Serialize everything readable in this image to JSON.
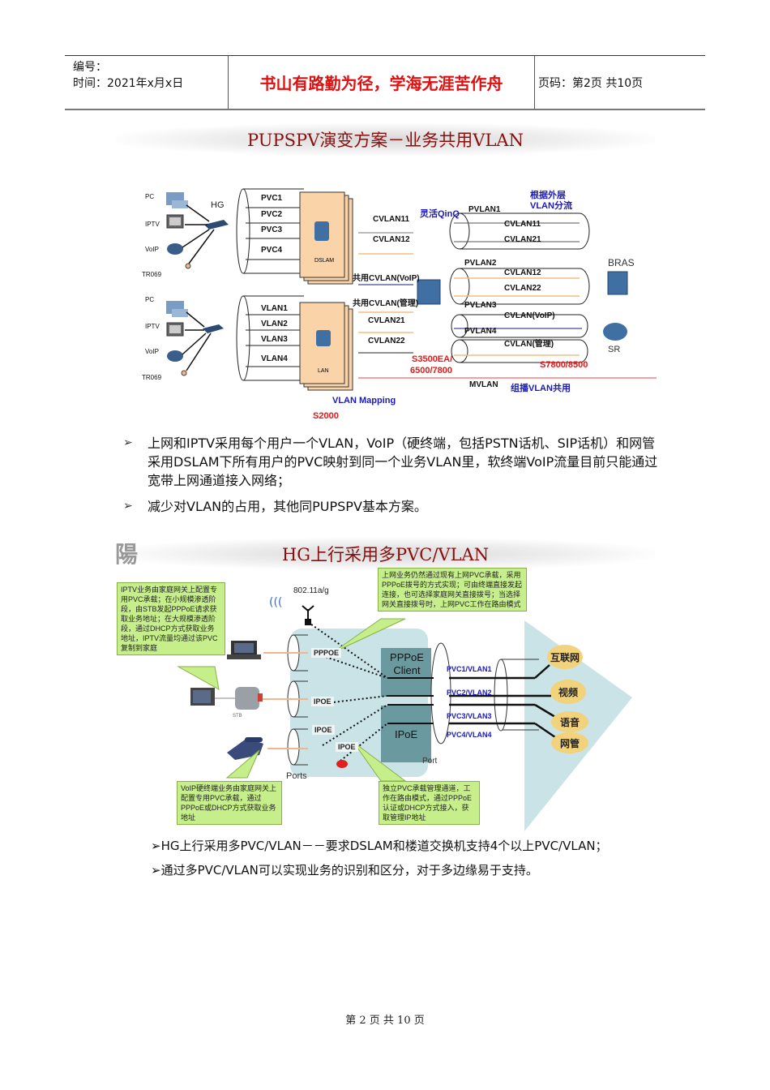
{
  "header": {
    "number_label": "编号：",
    "time_label": "时间：2021年x月x日",
    "motto": "书山有路勤为径，学海无涯苦作舟",
    "page_info": "页码：第2页  共10页"
  },
  "slide1": {
    "title": "PUPSPV演变方案－业务共用VLAN",
    "diagram": {
      "top_group": {
        "devices": [
          "PC",
          "IPTV",
          "VoIP",
          "TR069"
        ],
        "gateway": "HG",
        "channels": [
          "PVC1",
          "PVC2",
          "PVC3",
          "PVC4"
        ],
        "node": "DSLAM"
      },
      "bottom_group": {
        "devices": [
          "PC",
          "IPTV",
          "VoIP",
          "TR069"
        ],
        "channels": [
          "VLAN1",
          "VLAN2",
          "VLAN3",
          "VLAN4"
        ],
        "node": "LAN"
      },
      "links": [
        "CVLAN11",
        "CVLAN12",
        "共用CVLAN(VoIP)",
        "共用CVLAN(管理)",
        "CVLAN21",
        "CVLAN22"
      ],
      "qinq_label": "灵活QinQ",
      "outer_split_label": "根据外层VLAN分流",
      "pvlans": [
        {
          "name": "PVLAN1",
          "inner": [
            "CVLAN11",
            "CVLAN21"
          ]
        },
        {
          "name": "PVLAN2",
          "inner": [
            "CVLAN12",
            "CVLAN22"
          ]
        },
        {
          "name": "PVLAN3",
          "inner": [
            "CVLAN(VoIP)"
          ]
        },
        {
          "name": "PVLAN4",
          "inner": [
            "CVLAN(管理)"
          ]
        }
      ],
      "bras": "BRAS",
      "sr": "SR",
      "s3500": "S3500EA/",
      "s3500b": "6500/7800",
      "s7800": "S7800/8500",
      "mvlan": "MVLAN",
      "mvlan_note": "组播VLAN共用",
      "vlan_mapping": "VLAN Mapping",
      "s2000": "S2000"
    },
    "bullets": [
      "上网和IPTV采用每个用户一个VLAN，VoIP（硬终端，包括PSTN话机、SIP话机）和网管采用DSLAM下所有用户的PVC映射到同一个业务VLAN里，软终端VoIP流量目前只能通过宽带上网通道接入网络；",
      "减少对VLAN的占用，其他同PUPSPV基本方案。"
    ]
  },
  "slide2": {
    "title": "HG上行采用多PVC/VLAN",
    "wifi_label": "802.11a/g",
    "callout_iptv": "IPTV业务由家庭网关上配置专用PVC承载；在小规模渗透阶段，由STB发起PPPoE请求获取业务地址；在大规模渗透阶段，通过DHCP方式获取业务地址，IPTV流量均通过该PVC复制到家庭",
    "callout_internet": "上网业务仍然通过现有上网PVC承载，采用PPPoE拨号的方式实现；可由终端直接发起连接，也可选择家庭网关直接拨号；当选择网关直接拨号时，上网PVC工作在路由模式",
    "callout_voip": "VoIP硬终端业务由家庭网关上配置专用PVC承载，通过PPPoE或DHCP方式获取业务地址",
    "callout_mgmt": "独立PVC承载管理通道，工作在路由模式，通过PPPoE认证或DHCP方式接入，获取管理IP地址",
    "port_tags": [
      "PPPOE",
      "IPOE",
      "IPOE",
      "IPOE"
    ],
    "stb_label": "STB",
    "ports_label": "Ports",
    "port_label": "Port",
    "pppoe_client": "PPPoE Client",
    "ipoe": "IPoE",
    "pvc_vlans": [
      "PVC1/VLAN1",
      "PVC2/VLAN2",
      "PVC3/VLAN3",
      "PVC4/VLAN4"
    ],
    "services": [
      "互联网",
      "视频",
      "语音",
      "网管"
    ],
    "bullets": [
      "HG上行采用多PVC/VLAN－－要求DSLAM和楼道交换机支持4个以上PVC/VLAN；",
      "通过多PVC/VLAN可以实现业务的识别和区分，对于多边缘易于支持。"
    ]
  },
  "footer": "第 2 页 共 10 页",
  "colors": {
    "motto": "#e01010",
    "slide_title": "#8b0e0e",
    "diagram_blue": "#1a1ab8",
    "diagram_red": "#e01818",
    "callout_green": "#c6ef8c",
    "service_orange": "#f2d27a",
    "box_orange": "#fbd3a8"
  }
}
